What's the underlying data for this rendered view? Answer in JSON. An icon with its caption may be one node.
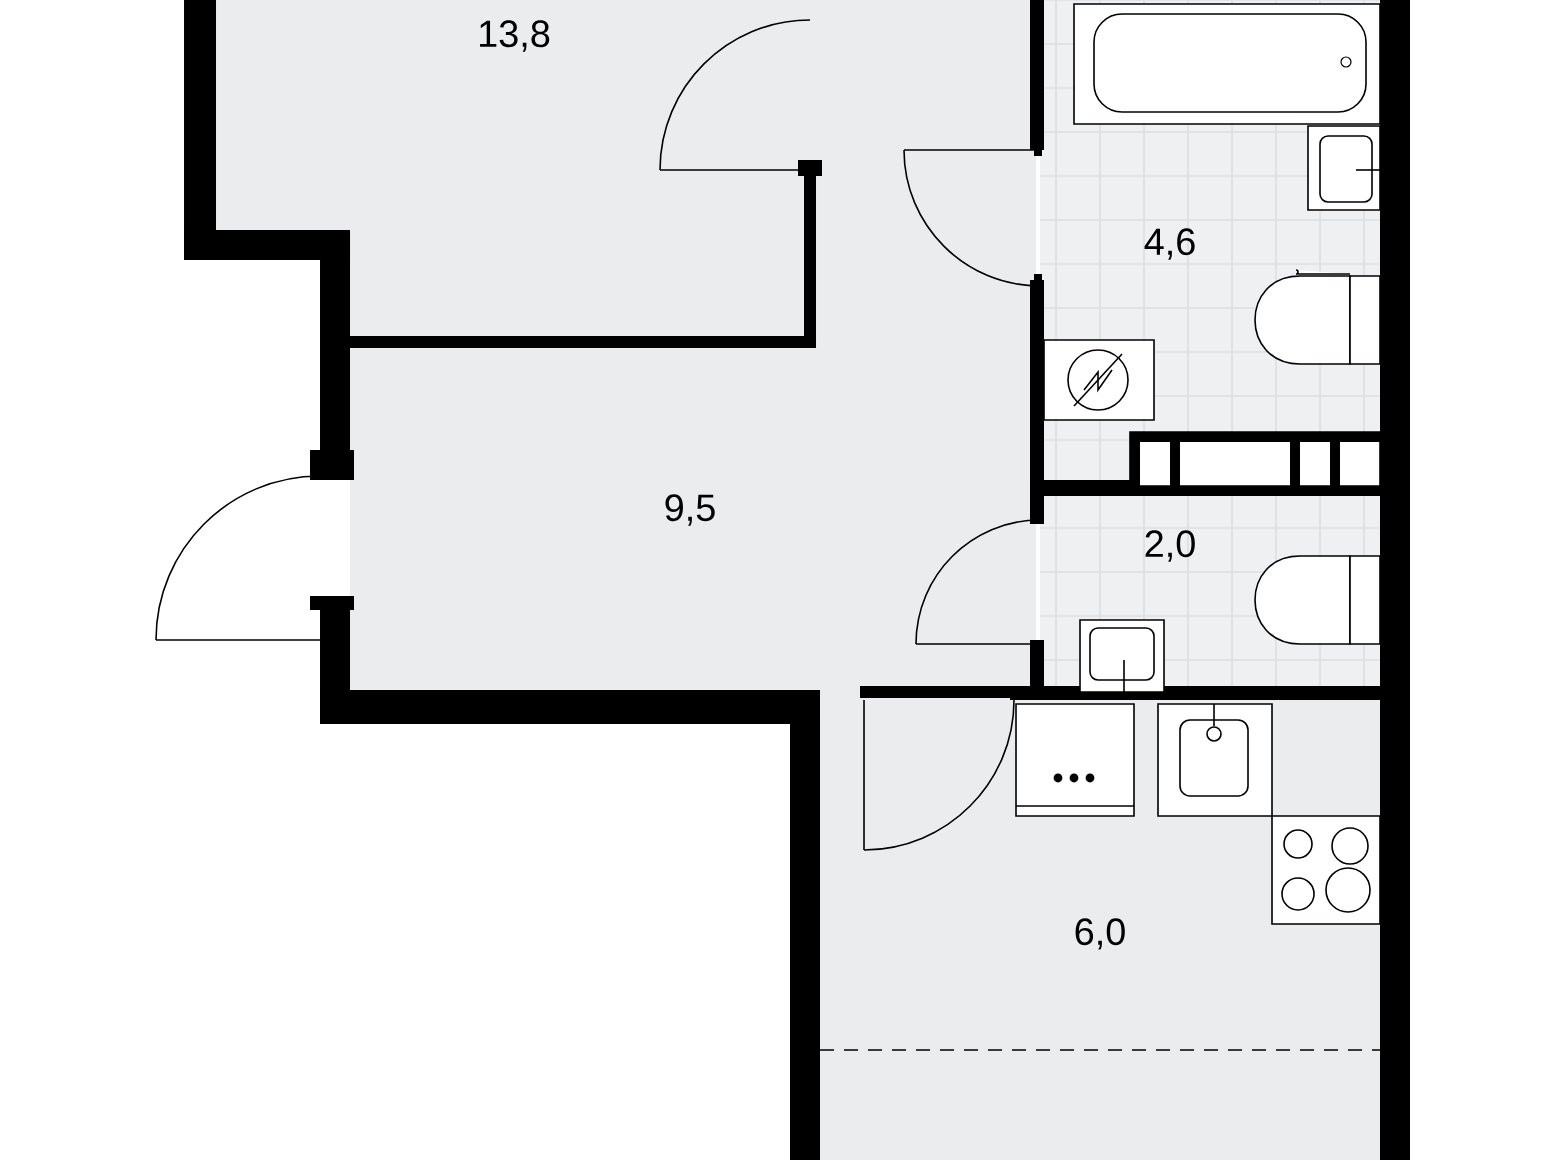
{
  "diagram": {
    "nodes": [
      {
        "text": [
          "13,8"
        ]
      },
      {
        "text": [
          "9,5"
        ]
      },
      {
        "text": [
          "4,6"
        ]
      },
      {
        "text": [
          "2,0"
        ]
      },
      {
        "text": [
          "6,0"
        ]
      }
    ]
  }
}
